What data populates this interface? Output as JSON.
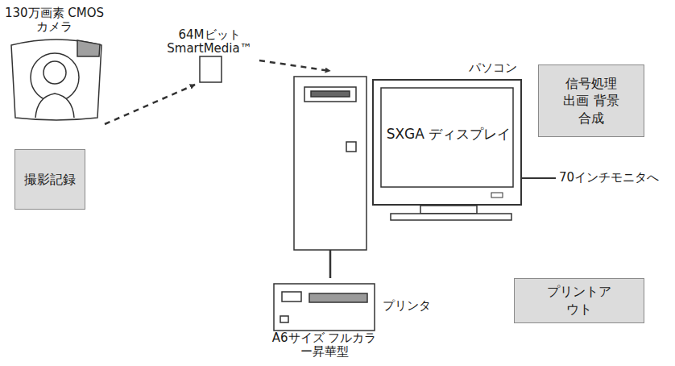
{
  "diagram": {
    "nodes": [
      {
        "text": [
          "130万画素 CMOSカメラ"
        ]
      },
      {
        "text": [
          "64Mビット SmartMedia™"
        ]
      },
      {
        "text": [
          "パソコン"
        ]
      },
      {
        "text": [
          "SXGA ディスプレイ"
        ],
        "in": 2
      },
      {
        "text": [
          "プリンタ",
          "A6サイズ フルカラー昇華型"
        ]
      },
      {
        "text": [
          "撮影記録"
        ]
      },
      {
        "text": [
          "信号処理 出画 背景合成"
        ]
      },
      {
        "text": [
          "プリントアウト"
        ]
      }
    ],
    "edges": [
      {
        "from": 0,
        "to": 1,
        "arrow": "to"
      },
      {
        "from": 1,
        "to": 2,
        "arrow": "to"
      },
      {
        "from": 2,
        "to": 4,
        "arrow": "none"
      }
    ],
    "labels": [
      "70インチモニタへ"
    ]
  }
}
